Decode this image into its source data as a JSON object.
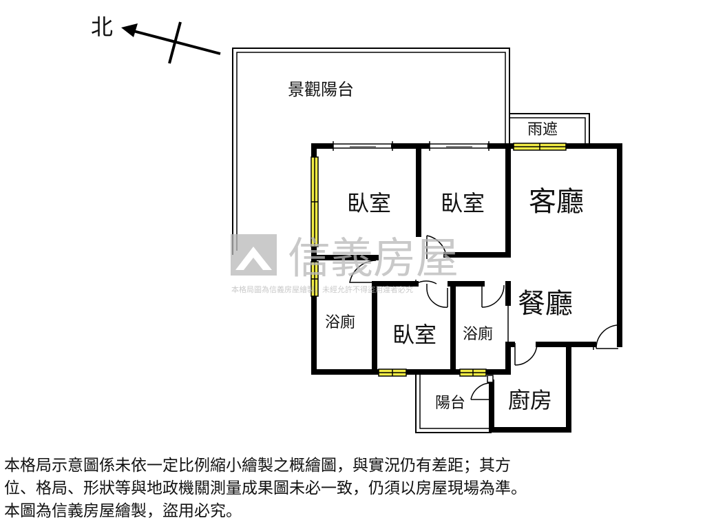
{
  "compass": {
    "label": "北"
  },
  "rooms": {
    "scenic_balcony": "景觀陽台",
    "awning": "雨遮",
    "bedroom_1": "臥室",
    "bedroom_2": "臥室",
    "living_room": "客廳",
    "dining_room": "餐廳",
    "bathroom_1": "浴廁",
    "bedroom_3": "臥室",
    "bathroom_2": "浴廁",
    "balcony": "陽台",
    "kitchen": "廚房"
  },
  "watermark": {
    "brand": "信義房屋",
    "notice": "本格局圖為信義房屋繪製，未經允許不得盜用違者必究"
  },
  "disclaimer": {
    "line1": "本格局示意圖係未依一定比例縮小繪製之概繪圖，與實況仍有差距；其方",
    "line2": "位、格局、形狀等與地政機關測量成果圖未必一致，仍須以房屋現場為準。",
    "line3": "本圖為信義房屋繪製，盜用必究。"
  },
  "colors": {
    "wall": "#000000",
    "window": "#f2ec45",
    "watermark": "#b8b8b8"
  }
}
